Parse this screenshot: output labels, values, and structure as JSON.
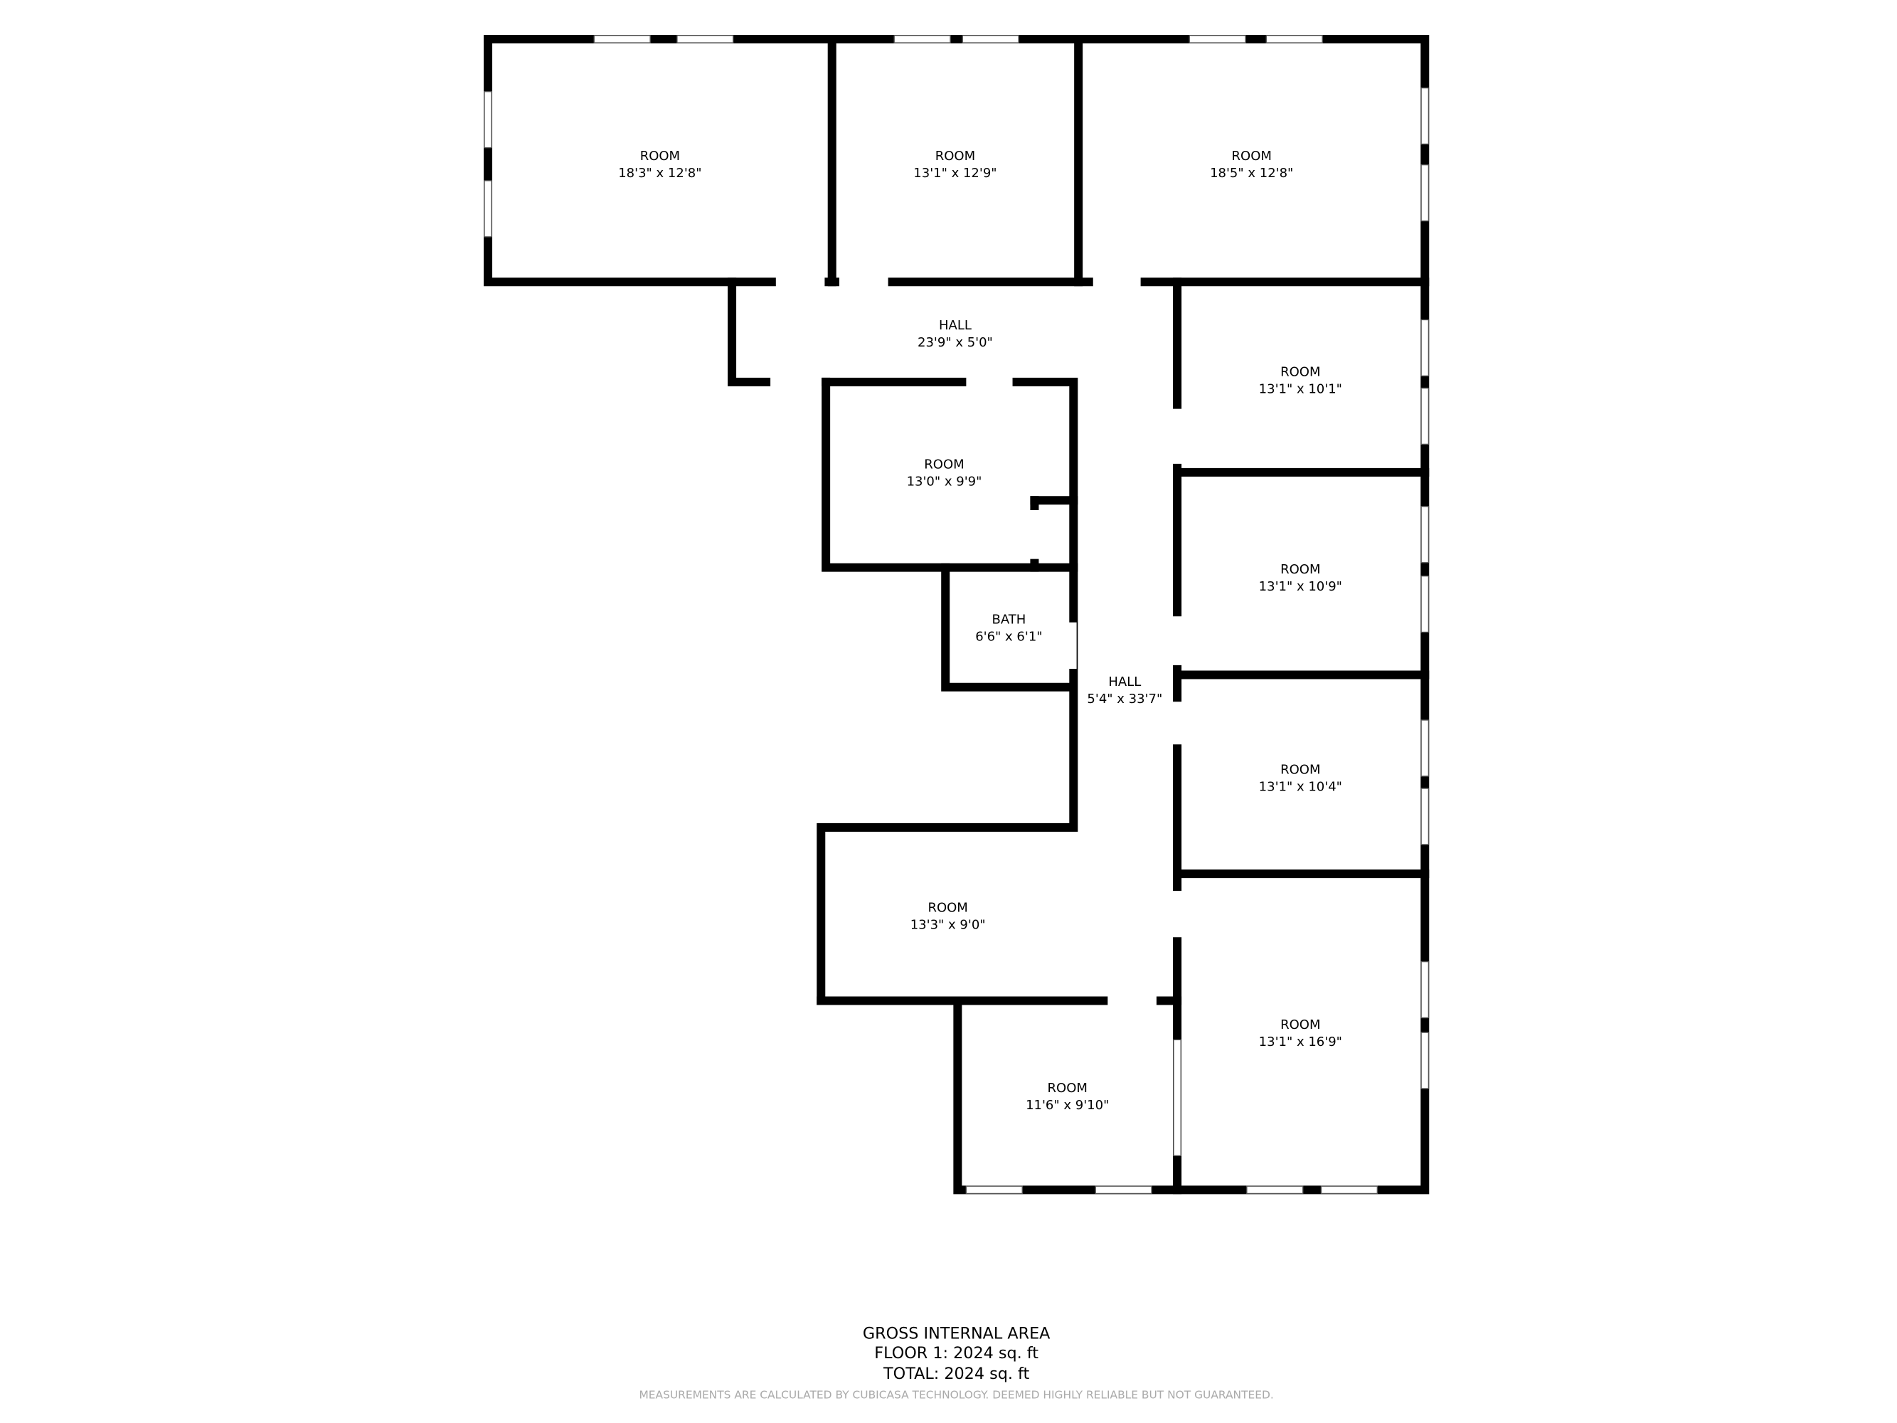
{
  "rooms": [
    {
      "name": "ROOM",
      "dims": "18'3\" x 12'8\""
    },
    {
      "name": "ROOM",
      "dims": "13'1\" x 12'9\""
    },
    {
      "name": "ROOM",
      "dims": "18'5\" x 12'8\""
    },
    {
      "name": "HALL",
      "dims": "23'9\" x 5'0\""
    },
    {
      "name": "ROOM",
      "dims": "13'1\" x 10'1\""
    },
    {
      "name": "ROOM",
      "dims": "13'0\" x 9'9\""
    },
    {
      "name": "ROOM",
      "dims": "13'1\" x 10'9\""
    },
    {
      "name": "BATH",
      "dims": "6'6\" x 6'1\""
    },
    {
      "name": "HALL",
      "dims": "5'4\" x 33'7\""
    },
    {
      "name": "ROOM",
      "dims": "13'1\" x 10'4\""
    },
    {
      "name": "ROOM",
      "dims": "13'3\" x 9'0\""
    },
    {
      "name": "ROOM",
      "dims": "13'1\" x 16'9\""
    },
    {
      "name": "ROOM",
      "dims": "11'6\" x 9'10\""
    }
  ],
  "footer": {
    "title": "GROSS INTERNAL AREA",
    "floor": "FLOOR 1: 2024 sq. ft",
    "total": "TOTAL: 2024 sq. ft",
    "disclaimer": "MEASUREMENTS ARE CALCULATED BY CUBICASA TECHNOLOGY. DEEMED HIGHLY RELIABLE BUT NOT GUARANTEED."
  }
}
